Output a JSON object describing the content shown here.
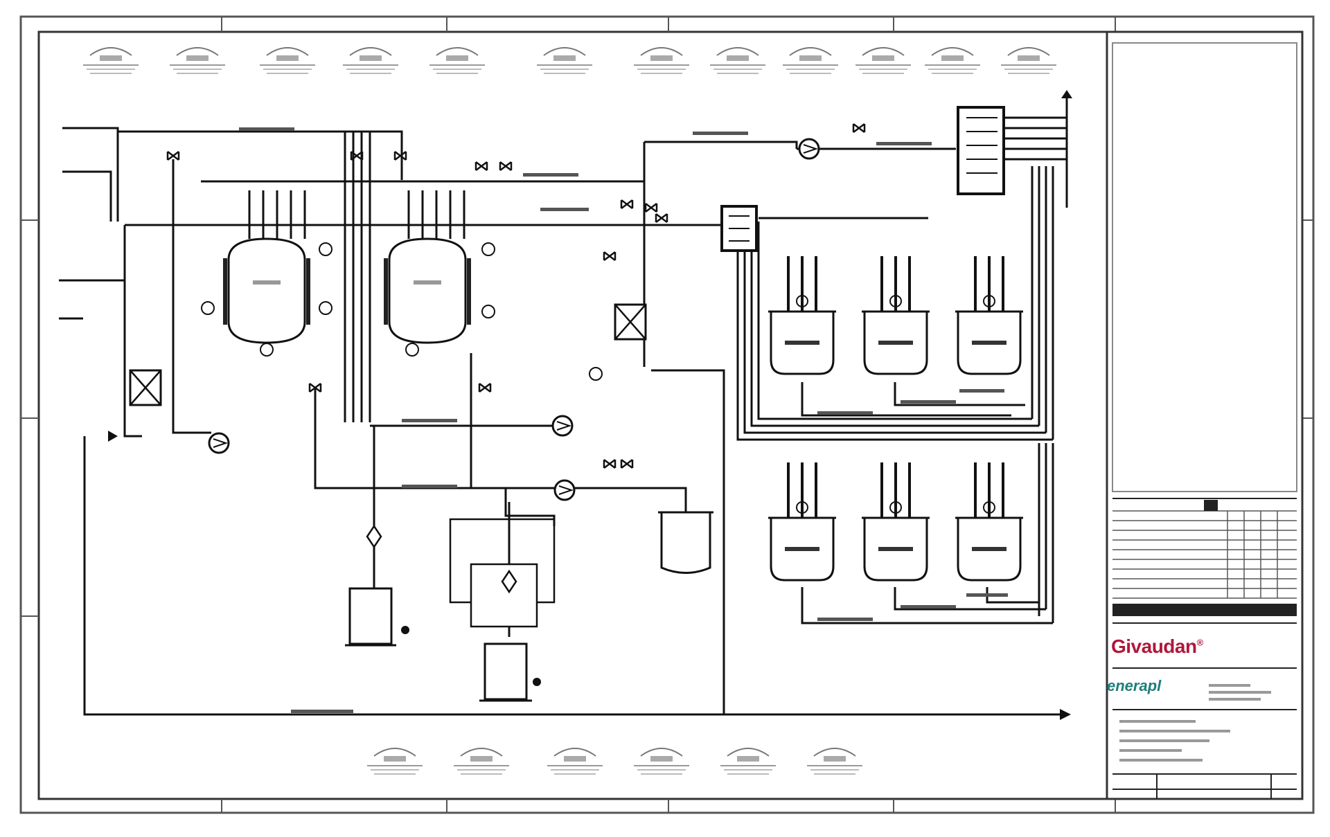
{
  "drawing": {
    "type": "process-flow-diagram",
    "line_color": "#111111",
    "background": "#ffffff"
  },
  "logos": {
    "company_primary": "Givaudan",
    "company_primary_color": "#b0173a",
    "company_secondary": "enerapl",
    "company_secondary_color": "#1e7e7a"
  }
}
